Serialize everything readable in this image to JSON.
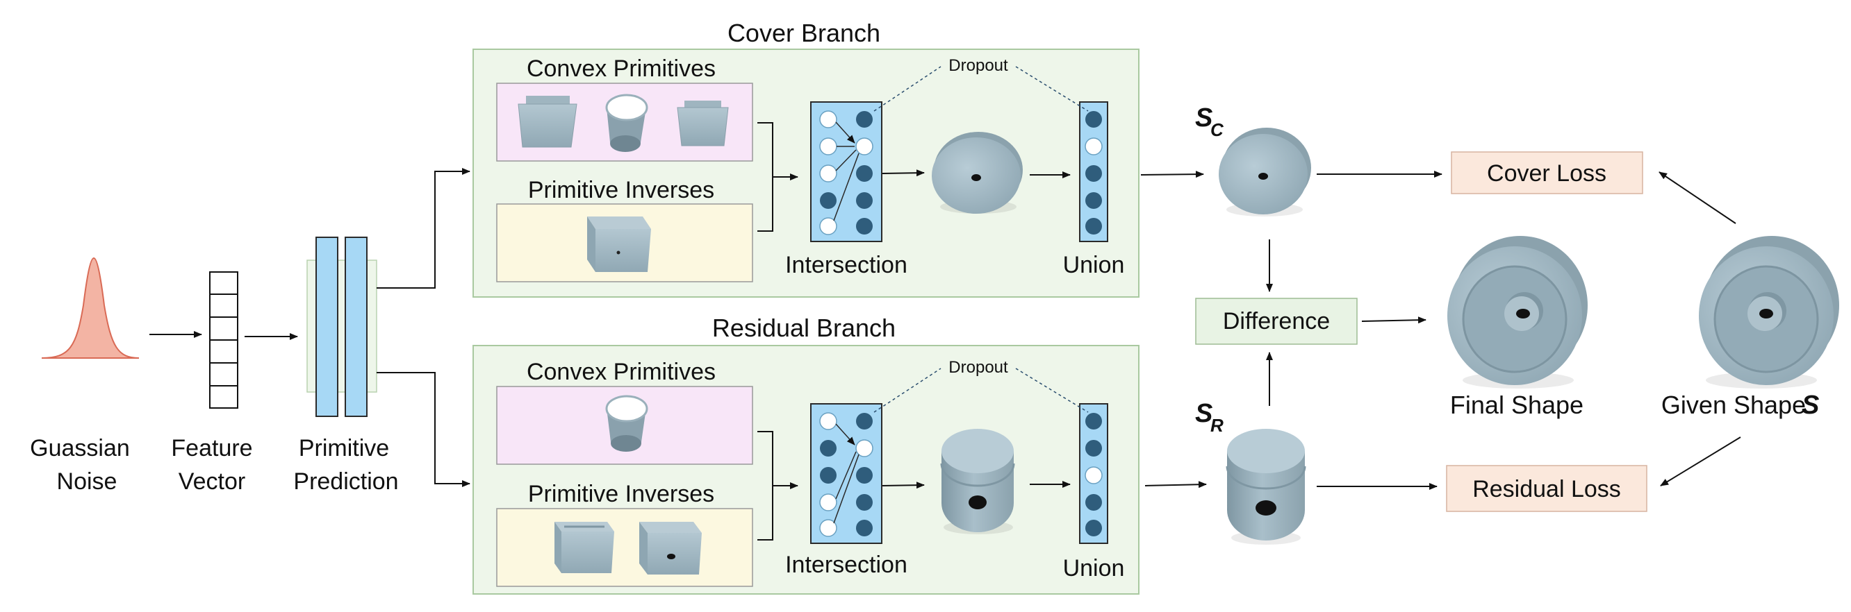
{
  "input": {
    "label_line1": "Guassian",
    "label_line2": "Noise"
  },
  "feature": {
    "label_line1": "Feature",
    "label_line2": "Vector"
  },
  "prediction": {
    "label_line1": "Primitive",
    "label_line2": "Prediction"
  },
  "cover_branch": {
    "title": "Cover Branch",
    "convex_label": "Convex Primitives",
    "inverse_label": "Primitive Inverses",
    "intersection_label": "Intersection",
    "union_label": "Union",
    "dropout_label": "Dropout",
    "result_symbol": "S",
    "result_subscript": "C"
  },
  "residual_branch": {
    "title": "Residual Branch",
    "convex_label": "Convex Primitives",
    "inverse_label": "Primitive Inverses",
    "intersection_label": "Intersection",
    "union_label": "Union",
    "dropout_label": "Dropout",
    "result_symbol": "S",
    "result_subscript": "R"
  },
  "difference_label": "Difference",
  "cover_loss_label": "Cover Loss",
  "residual_loss_label": "Residual Loss",
  "final_shape_label": "Final Shape",
  "given_shape_label": "Given Shape",
  "given_shape_symbol": "S",
  "colors": {
    "branch_bg": "#eef6ea",
    "convex_bg": "#f8e6f8",
    "inverse_bg": "#fcf8e0",
    "layer_blue": "#a7d8f5",
    "node_dark": "#2f5d7c",
    "loss_bg": "#fbe8dc",
    "difference_bg": "#e8f3e4",
    "shape": "#a2b8c3",
    "gaussian": "#f3b4a4"
  }
}
